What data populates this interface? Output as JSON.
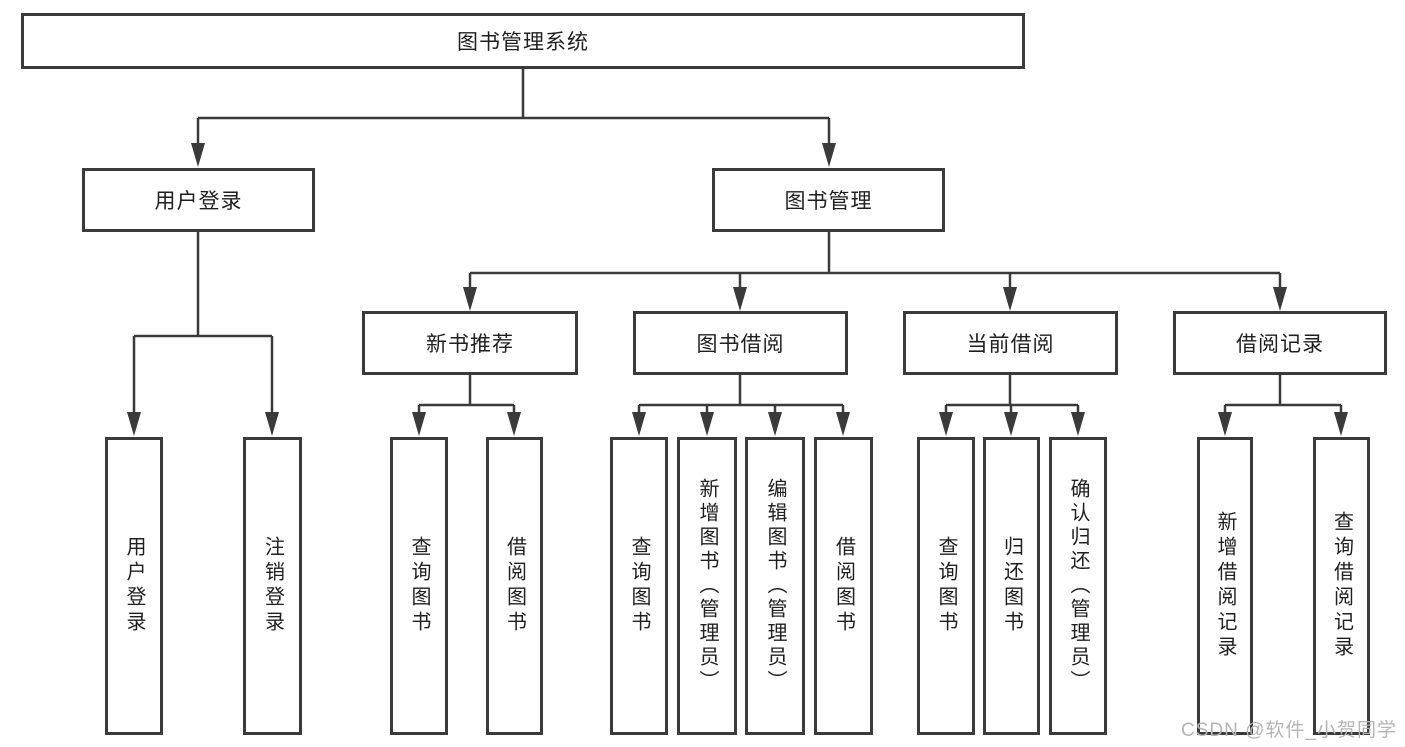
{
  "tree": {
    "root": "图书管理系统",
    "children": [
      {
        "label": "用户登录",
        "children": [
          {
            "label": "用户登录"
          },
          {
            "label": "注销登录"
          }
        ]
      },
      {
        "label": "图书管理",
        "children": [
          {
            "label": "新书推荐",
            "children": [
              {
                "label": "查询图书"
              },
              {
                "label": "借阅图书"
              }
            ]
          },
          {
            "label": "图书借阅",
            "children": [
              {
                "label": "查询图书"
              },
              {
                "label": "新增图书（管理员）"
              },
              {
                "label": "编辑图书（管理员）"
              },
              {
                "label": "借阅图书"
              }
            ]
          },
          {
            "label": "当前借阅",
            "children": [
              {
                "label": "查询图书"
              },
              {
                "label": "归还图书"
              },
              {
                "label": "确认归还（管理员）"
              }
            ]
          },
          {
            "label": "借阅记录",
            "children": [
              {
                "label": "新增借阅记录"
              },
              {
                "label": "查询借阅记录"
              }
            ]
          }
        ]
      }
    ]
  },
  "watermark": "CSDN @软件_小贺同学",
  "colors": {
    "line": "#3a3a3a",
    "box_border": "#3a3a3a",
    "box_background": "#ffffff",
    "text": "#1f1f1f",
    "watermark": "#b5b5b5"
  }
}
